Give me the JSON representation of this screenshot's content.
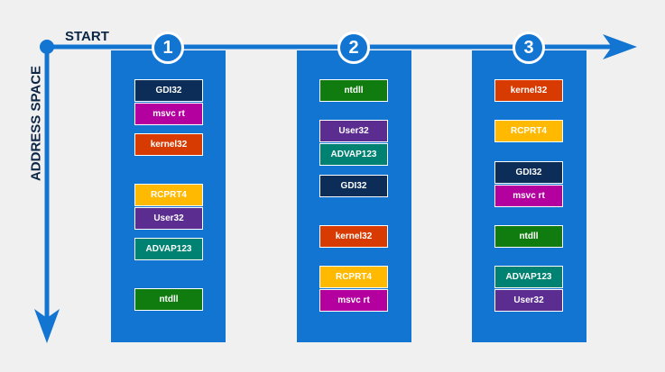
{
  "labels": {
    "start": "START",
    "address_space": "ADDRESS SPACE"
  },
  "colors": {
    "background": "#f0f0f0",
    "axis": "#1275d2",
    "column": "#1275d2",
    "label_text": "#0b2545",
    "module_text": "#ffffff"
  },
  "module_colors": {
    "GDI32": "#0b2d57",
    "msvc rt": "#b4009e",
    "kernel32": "#d83b01",
    "RCPRT4": "#ffb900",
    "User32": "#5c2d91",
    "ADVAP123": "#008272",
    "ntdll": "#107c10"
  },
  "columns": [
    {
      "number": "1",
      "modules": [
        "GDI32",
        "msvc rt",
        "kernel32",
        "RCPRT4",
        "User32",
        "ADVAP123",
        "ntdll"
      ]
    },
    {
      "number": "2",
      "modules": [
        "ntdll",
        "User32",
        "ADVAP123",
        "GDI32",
        "kernel32",
        "RCPRT4",
        "msvc rt"
      ]
    },
    {
      "number": "3",
      "modules": [
        "kernel32",
        "RCPRT4",
        "GDI32",
        "msvc rt",
        "ntdll",
        "ADVAP123",
        "User32"
      ]
    }
  ]
}
